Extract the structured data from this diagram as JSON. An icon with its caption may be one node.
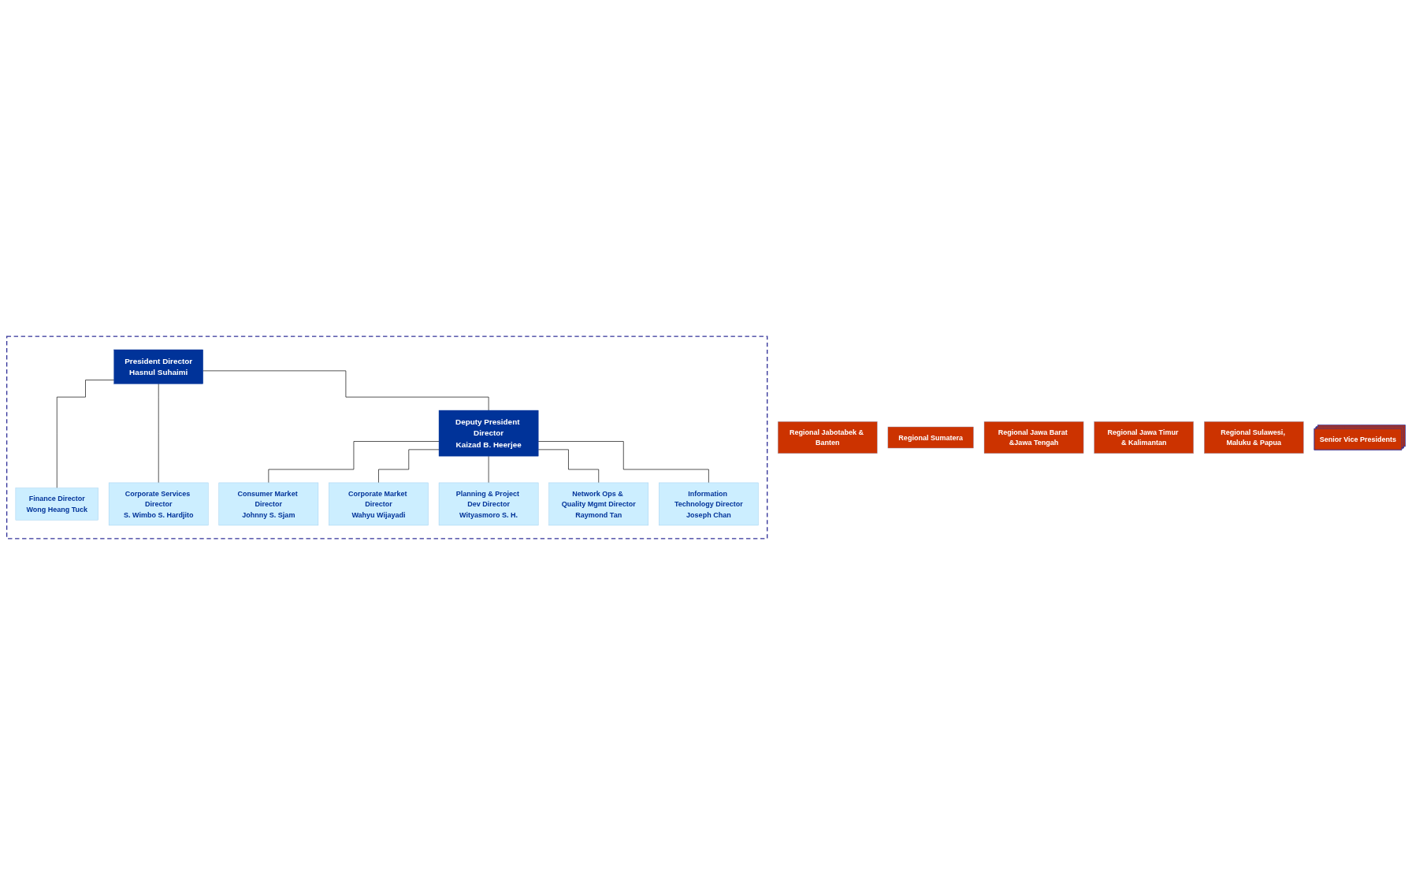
{
  "diagram": {
    "nodes": [
      {
        "text": [],
        "shape": "box"
      },
      {
        "text": [
          "President Director",
          "Hasnul Suhaimi"
        ],
        "in": 0
      },
      {
        "text": [
          "Deputy President Director",
          "Kaizad B. Heerjee"
        ],
        "in": 0
      },
      {
        "text": [
          "Consumer Market Director",
          "Johnny S. Sjam"
        ],
        "in": 0
      },
      {
        "text": [
          "Corporate Market Director",
          "Wahyu Wijayadi"
        ],
        "in": 0
      },
      {
        "text": [
          "Planning & Project Dev Director",
          "Wityasmoro S. H."
        ],
        "in": 0
      },
      {
        "text": [
          "Network Ops & Quality Mgmt Director",
          "Raymond Tan"
        ],
        "in": 0
      },
      {
        "text": [
          "Information Technology Director",
          "Joseph Chan"
        ],
        "in": 0
      },
      {
        "text": [
          "Finance Director",
          "Wong Heang Tuck"
        ],
        "in": 0
      },
      {
        "text": [
          "Corporate Services Director",
          "S. Wimbo S. Hardjito"
        ],
        "in": 0
      },
      {
        "text": [
          "Regional Jabotabek & Banten"
        ]
      },
      {
        "text": [
          "Regional Sumatera"
        ]
      },
      {
        "text": [
          "Regional Jawa Barat &Jawa Tengah"
        ]
      },
      {
        "text": [
          "Regional Jawa Timur & Kalimantan"
        ]
      },
      {
        "text": [
          "Regional Sulawesi, Maluku & Papua"
        ]
      },
      {
        "text": [
          "Senior Vice Presidents"
        ]
      }
    ],
    "edges": [
      {
        "from": 1,
        "to": 2,
        "arrow": "none"
      },
      {
        "from": 1,
        "to": 8,
        "arrow": "none"
      },
      {
        "from": 1,
        "to": 9,
        "arrow": "none"
      },
      {
        "from": 2,
        "to": 3,
        "arrow": "none"
      },
      {
        "from": 2,
        "to": 4,
        "arrow": "none"
      },
      {
        "from": 2,
        "to": 5,
        "arrow": "none"
      },
      {
        "from": 2,
        "to": 6,
        "arrow": "none"
      },
      {
        "from": 2,
        "to": 7,
        "arrow": "none"
      }
    ]
  }
}
